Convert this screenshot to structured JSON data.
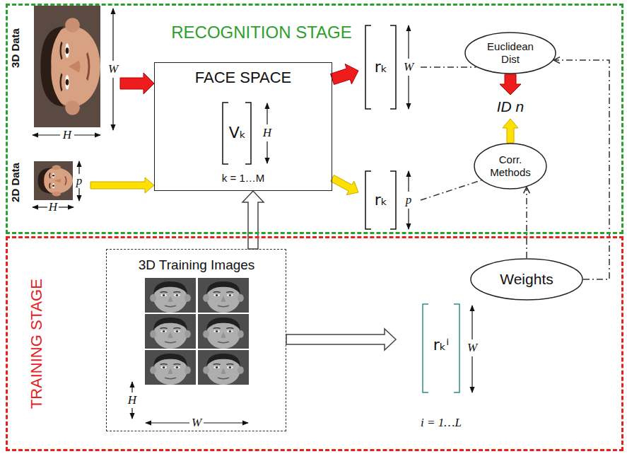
{
  "diagram": {
    "nodes": [
      {
        "text": [
          "RECOGNITION STAGE"
        ]
      },
      {
        "text": [
          "3D Data"
        ],
        "in": 0
      },
      {
        "text": [
          "2D Data"
        ],
        "in": 0
      },
      {
        "text": [
          "FACE SPACE",
          "k = 1…M"
        ],
        "in": 0
      },
      {
        "text": [
          "Vₖ"
        ],
        "in": 3
      },
      {
        "text": [
          "rₖ"
        ],
        "in": 0
      },
      {
        "text": [
          "rₖ"
        ],
        "in": 0
      },
      {
        "text": [
          "Euclidean Dist"
        ],
        "in": 0
      },
      {
        "text": [
          "ID n"
        ],
        "in": 0
      },
      {
        "text": [
          "Corr. Methods"
        ],
        "in": 0
      },
      {
        "text": [
          "TRAINING STAGE"
        ]
      },
      {
        "text": [
          "3D Training Images"
        ],
        "in": 10
      },
      {
        "text": [
          "Weights"
        ],
        "in": 10
      },
      {
        "text": [
          "rₖⁱ"
        ],
        "in": 10
      }
    ],
    "edges": [
      {
        "from": 1,
        "to": 3,
        "arrow": "to"
      },
      {
        "from": 2,
        "to": 3,
        "arrow": "to"
      },
      {
        "from": 3,
        "to": 5,
        "arrow": "to"
      },
      {
        "from": 3,
        "to": 6,
        "arrow": "to"
      },
      {
        "from": 5,
        "to": 7,
        "arrow": "none"
      },
      {
        "from": 6,
        "to": 9,
        "arrow": "none"
      },
      {
        "from": 7,
        "to": 8,
        "arrow": "to"
      },
      {
        "from": 9,
        "to": 8,
        "arrow": "to"
      },
      {
        "from": 12,
        "to": 9,
        "arrow": "to"
      },
      {
        "from": 12,
        "to": 7,
        "arrow": "to"
      },
      {
        "from": 11,
        "to": 3,
        "arrow": "to"
      },
      {
        "from": 11,
        "to": 13,
        "arrow": "to"
      }
    ],
    "labels": [
      "W",
      "H",
      "p",
      "H",
      "H",
      "W",
      "p",
      "H",
      "W",
      "W",
      "i = 1…L"
    ]
  }
}
